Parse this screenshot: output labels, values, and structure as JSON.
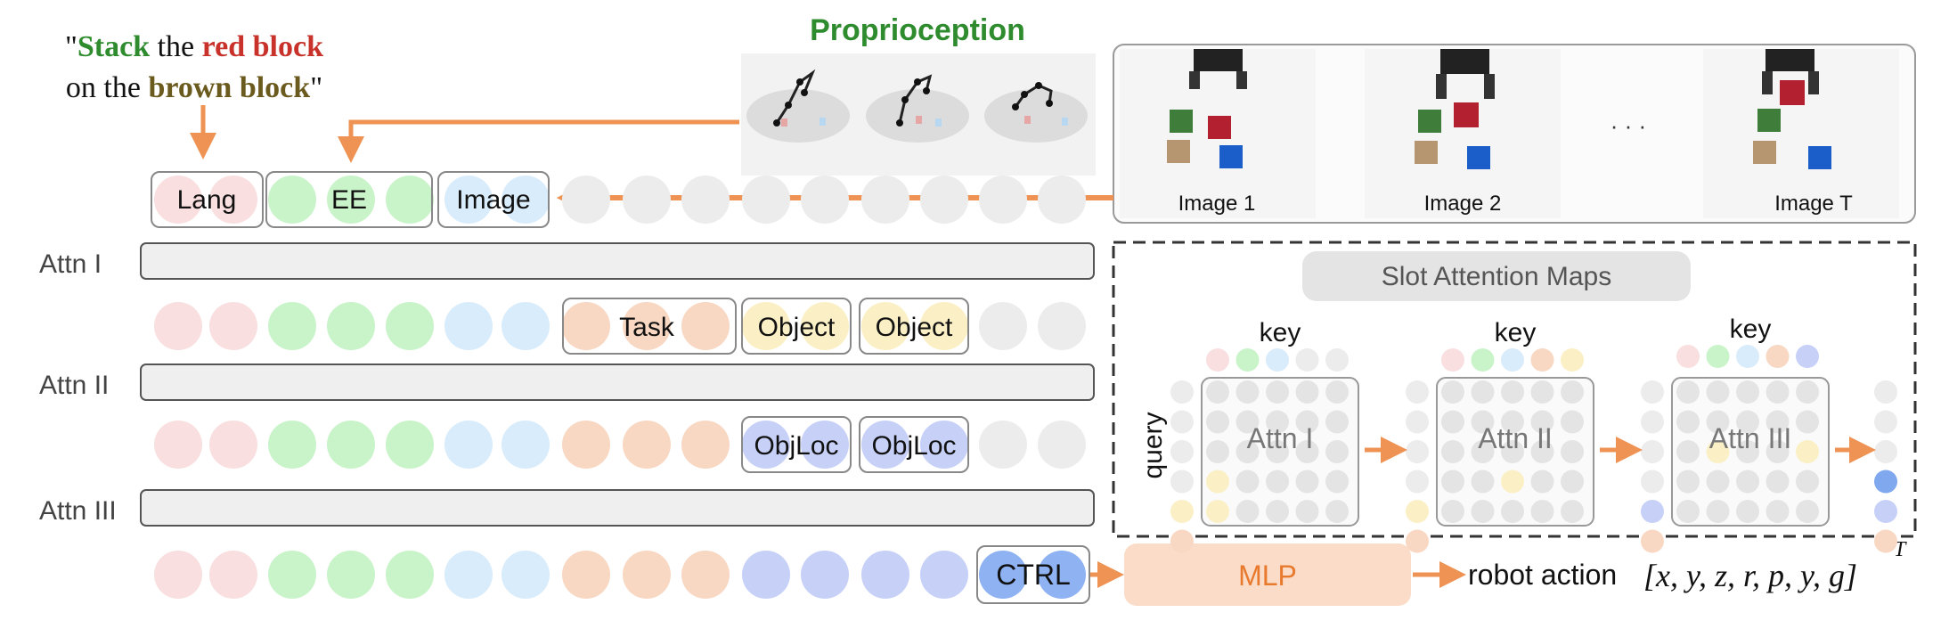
{
  "instruction": {
    "open_quote": "\"",
    "w1": "Stack",
    "w2": " the ",
    "w3": "red block",
    "w4": "on the ",
    "w5": "brown block",
    "close_quote": "\""
  },
  "proprioception_label": "Proprioception",
  "input_tokens": {
    "lang": "Lang",
    "ee": "EE",
    "image": "Image"
  },
  "image_panel": {
    "image1": "Image 1",
    "image2": "Image 2",
    "ellipsis": "· · ·",
    "imageT": "Image T"
  },
  "attn_labels": {
    "attn1": "Attn I",
    "attn2": "Attn II",
    "attn3": "Attn III"
  },
  "tokens": {
    "task": "Task",
    "object1": "Object",
    "object2": "Object",
    "objloc1": "ObjLoc",
    "objloc2": "ObjLoc",
    "ctrl": "CTRL"
  },
  "slot_panel": {
    "title": "Slot Attention Maps",
    "key1": "key",
    "key2": "key",
    "key3": "key",
    "query": "query",
    "map1": "Attn I",
    "map2": "Attn II",
    "map3": "Attn III"
  },
  "mlp_label": "MLP",
  "output_label": "robot action",
  "output_formula": "[x, y, z, r, p, y, g]",
  "output_superscript": "T",
  "colors": {
    "lang": "#f9dfe0",
    "ee": "#c9f4c9",
    "image": "#d9ecfb",
    "task": "#f8d8c3",
    "object": "#fbf0c5",
    "objloc": "#c7d1f8",
    "empty": "#ececec",
    "arrow": "#ee9353",
    "mlp": "#fbdcc8",
    "mlp_text": "#e87a2e"
  }
}
